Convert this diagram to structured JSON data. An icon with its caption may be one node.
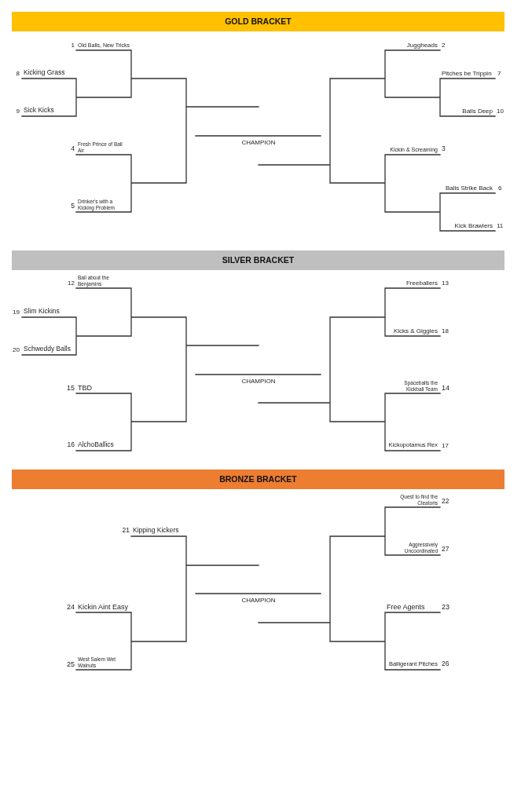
{
  "diagram": {
    "nodes": [
      {
        "text": [
          "GOLD BRACKET"
        ]
      },
      {
        "text": [
          "SILVER BRACKET"
        ]
      },
      {
        "text": [
          "BRONZE BRACKET"
        ]
      }
    ],
    "labels": [
      "1",
      "Old Balls, New Tricks",
      "Juggheads",
      "2",
      "8",
      "Kicking Grass",
      "Pitches be Trippin",
      "7",
      "9",
      "Sick Kicks",
      "Balls Deep",
      "10",
      "CHAMPION",
      "4",
      "Fresh Prince of Ball Air",
      "Kickin & Screaming",
      "3",
      "Balls Strike Back",
      "6",
      "5",
      "Drinker's with a Kicking Problem",
      "Kick Brawlers",
      "11",
      "12",
      "Ball about the Benjamins",
      "Freeballers",
      "13",
      "19",
      "Slim Kickins",
      "Kicks & Giggles",
      "18",
      "20",
      "Schweddy Balls",
      "CHAMPION",
      "15",
      "TBD",
      "Spaceballs the Kickball Team",
      "14",
      "16",
      "AlchoBallics",
      "Kickopotamus Rex",
      "17",
      "Quest to find the Cleatoris",
      "22",
      "21",
      "Kipping Kickers",
      "Aggressively Uncoordinated",
      "27",
      "CHAMPION",
      "24",
      "Kickin Aint Easy",
      "Free Agents",
      "23",
      "25",
      "West Salem Wet Walnuts",
      "Balligerant Pitches",
      "26"
    ]
  }
}
